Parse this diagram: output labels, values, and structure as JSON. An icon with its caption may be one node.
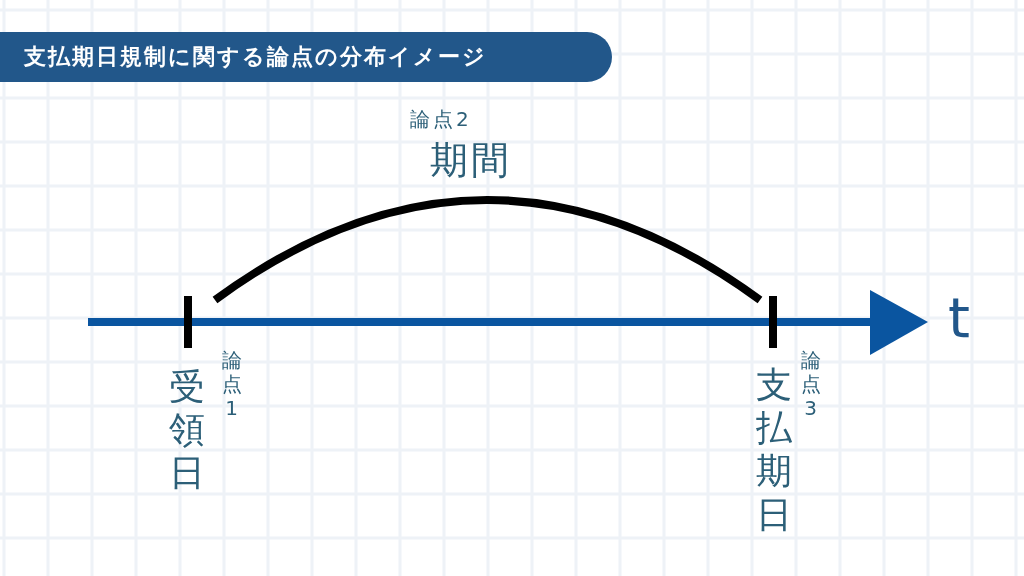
{
  "diagram": {
    "title": "支払期日規制に関する論点の分布イメージ",
    "labels": [
      "論点2",
      "期間",
      "受領日",
      "論点1",
      "支払期日",
      "論点3",
      "t"
    ]
  }
}
